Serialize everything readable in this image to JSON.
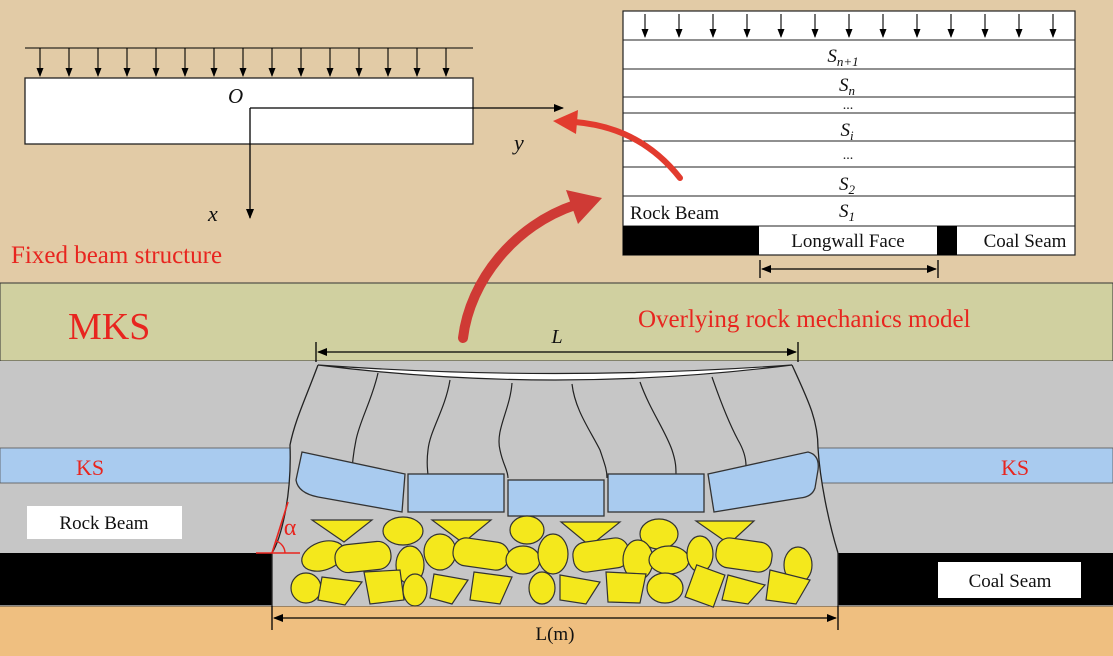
{
  "beam_diagram": {
    "origin_label": "O",
    "x_axis_label": "x",
    "y_axis_label": "y",
    "caption": "Fixed beam structure"
  },
  "strata_model": {
    "layers": [
      "S",
      "S",
      "...",
      "S",
      "...",
      "S",
      "S"
    ],
    "layer_subscripts": [
      "n+1",
      "n",
      "",
      "i",
      "",
      "2",
      "1"
    ],
    "rock_beam_label": "Rock Beam",
    "longwall_face_label": "Longwall Face",
    "coal_seam_label": "Coal Seam"
  },
  "section": {
    "mks_label": "MKS",
    "model_caption": "Overlying rock mechanics model",
    "span_label": "L",
    "ks_left_label": "KS",
    "ks_right_label": "KS",
    "rock_beam_label": "Rock Beam",
    "coal_seam_label": "Coal Seam",
    "angle_label": "α",
    "goaf_width_label": "L(m)"
  },
  "colors": {
    "sand_background": "#e2cba6",
    "mks_layer": "#d0d0a0",
    "gray_layer": "#c6c6c6",
    "ks_layer": "#a9cbef",
    "coal": "#000000",
    "floor": "#efbf80",
    "rubble": "#f4e81c",
    "accent_red": "#e8251f",
    "arrow_red": "#cf3a35"
  }
}
